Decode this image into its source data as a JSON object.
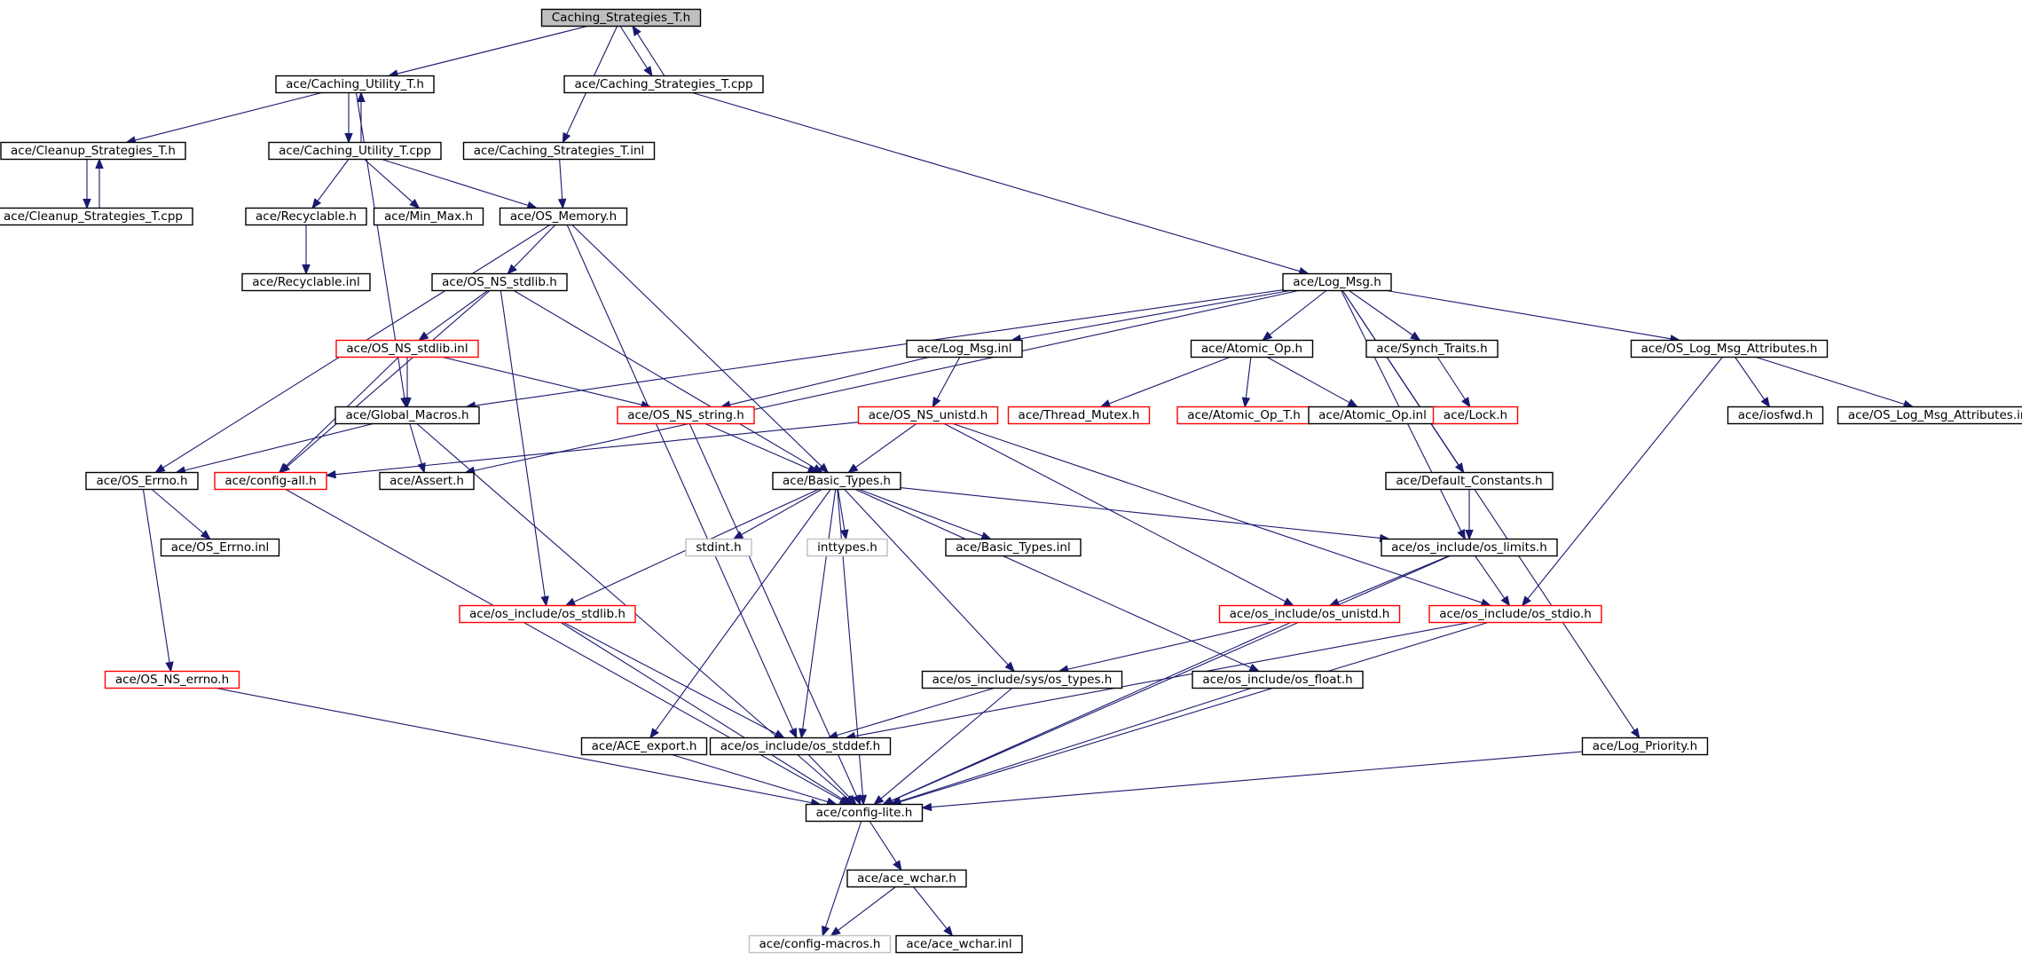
{
  "graph": {
    "nodes": [
      {
        "id": "cst_h",
        "label": "Caching_Strategies_T.h",
        "style": "root"
      },
      {
        "id": "cut_h",
        "label": "ace/Caching_Utility_T.h",
        "style": "normal"
      },
      {
        "id": "cst_cpp",
        "label": "ace/Caching_Strategies_T.cpp",
        "style": "normal"
      },
      {
        "id": "clst_h",
        "label": "ace/Cleanup_Strategies_T.h",
        "style": "normal"
      },
      {
        "id": "cut_cpp",
        "label": "ace/Caching_Utility_T.cpp",
        "style": "normal"
      },
      {
        "id": "cst_inl",
        "label": "ace/Caching_Strategies_T.inl",
        "style": "normal"
      },
      {
        "id": "clst_cpp",
        "label": "ace/Cleanup_Strategies_T.cpp",
        "style": "normal"
      },
      {
        "id": "recyc_h",
        "label": "ace/Recyclable.h",
        "style": "normal"
      },
      {
        "id": "minmax",
        "label": "ace/Min_Max.h",
        "style": "normal"
      },
      {
        "id": "osmem",
        "label": "ace/OS_Memory.h",
        "style": "normal"
      },
      {
        "id": "recyc_inl",
        "label": "ace/Recyclable.inl",
        "style": "normal"
      },
      {
        "id": "ns_stdlib_h",
        "label": "ace/OS_NS_stdlib.h",
        "style": "normal"
      },
      {
        "id": "logmsg_h",
        "label": "ace/Log_Msg.h",
        "style": "normal"
      },
      {
        "id": "ns_stdlib_inl",
        "label": "ace/OS_NS_stdlib.inl",
        "style": "red"
      },
      {
        "id": "logmsg_inl",
        "label": "ace/Log_Msg.inl",
        "style": "normal"
      },
      {
        "id": "atomic_h",
        "label": "ace/Atomic_Op.h",
        "style": "normal"
      },
      {
        "id": "synch",
        "label": "ace/Synch_Traits.h",
        "style": "normal"
      },
      {
        "id": "oslogattr",
        "label": "ace/OS_Log_Msg_Attributes.h",
        "style": "normal"
      },
      {
        "id": "globmac",
        "label": "ace/Global_Macros.h",
        "style": "normal"
      },
      {
        "id": "ns_string",
        "label": "ace/OS_NS_string.h",
        "style": "red"
      },
      {
        "id": "ns_unistd",
        "label": "ace/OS_NS_unistd.h",
        "style": "red"
      },
      {
        "id": "thrmutex",
        "label": "ace/Thread_Mutex.h",
        "style": "red"
      },
      {
        "id": "atomic_t",
        "label": "ace/Atomic_Op_T.h",
        "style": "red"
      },
      {
        "id": "atomic_inl",
        "label": "ace/Atomic_Op.inl",
        "style": "normal"
      },
      {
        "id": "lock",
        "label": "ace/Lock.h",
        "style": "red"
      },
      {
        "id": "iosfwd",
        "label": "ace/iosfwd.h",
        "style": "normal"
      },
      {
        "id": "oslogattr_inl",
        "label": "ace/OS_Log_Msg_Attributes.inl",
        "style": "normal"
      },
      {
        "id": "oserrno_h",
        "label": "ace/OS_Errno.h",
        "style": "normal"
      },
      {
        "id": "cfgall",
        "label": "ace/config-all.h",
        "style": "red"
      },
      {
        "id": "assert",
        "label": "ace/Assert.h",
        "style": "normal"
      },
      {
        "id": "basic",
        "label": "ace/Basic_Types.h",
        "style": "normal"
      },
      {
        "id": "defconst",
        "label": "ace/Default_Constants.h",
        "style": "normal"
      },
      {
        "id": "oserrno_inl",
        "label": "ace/OS_Errno.inl",
        "style": "normal"
      },
      {
        "id": "stdint",
        "label": "stdint.h",
        "style": "gray"
      },
      {
        "id": "inttypes",
        "label": "inttypes.h",
        "style": "gray"
      },
      {
        "id": "basic_inl",
        "label": "ace/Basic_Types.inl",
        "style": "normal"
      },
      {
        "id": "oslimits",
        "label": "ace/os_include/os_limits.h",
        "style": "normal"
      },
      {
        "id": "osstdlib",
        "label": "ace/os_include/os_stdlib.h",
        "style": "red"
      },
      {
        "id": "osunistd",
        "label": "ace/os_include/os_unistd.h",
        "style": "red"
      },
      {
        "id": "osstdio",
        "label": "ace/os_include/os_stdio.h",
        "style": "red"
      },
      {
        "id": "nserrno",
        "label": "ace/OS_NS_errno.h",
        "style": "red"
      },
      {
        "id": "systypes",
        "label": "ace/os_include/sys/os_types.h",
        "style": "normal"
      },
      {
        "id": "osfloat",
        "label": "ace/os_include/os_float.h",
        "style": "normal"
      },
      {
        "id": "aceexp",
        "label": "ace/ACE_export.h",
        "style": "normal"
      },
      {
        "id": "osstddef",
        "label": "ace/os_include/os_stddef.h",
        "style": "normal"
      },
      {
        "id": "logprio",
        "label": "ace/Log_Priority.h",
        "style": "normal"
      },
      {
        "id": "cfglite",
        "label": "ace/config-lite.h",
        "style": "normal"
      },
      {
        "id": "wchar_h",
        "label": "ace/ace_wchar.h",
        "style": "normal"
      },
      {
        "id": "cfgmac",
        "label": "ace/config-macros.h",
        "style": "gray"
      },
      {
        "id": "wchar_inl",
        "label": "ace/ace_wchar.inl",
        "style": "normal"
      }
    ],
    "edges": [
      [
        "cst_h",
        "cut_h"
      ],
      [
        "cst_h",
        "cst_cpp"
      ],
      [
        "cst_cpp",
        "cst_h"
      ],
      [
        "cst_h",
        "cst_inl"
      ],
      [
        "cut_h",
        "clst_h"
      ],
      [
        "cut_h",
        "cut_cpp"
      ],
      [
        "cut_cpp",
        "cut_h"
      ],
      [
        "cut_h",
        "globmac"
      ],
      [
        "cst_cpp",
        "logmsg_h"
      ],
      [
        "clst_h",
        "clst_cpp"
      ],
      [
        "clst_cpp",
        "clst_h"
      ],
      [
        "cut_cpp",
        "recyc_h"
      ],
      [
        "cut_cpp",
        "minmax"
      ],
      [
        "cut_cpp",
        "osmem"
      ],
      [
        "cst_inl",
        "osmem"
      ],
      [
        "recyc_h",
        "recyc_inl"
      ],
      [
        "osmem",
        "ns_stdlib_h"
      ],
      [
        "osmem",
        "oserrno_h"
      ],
      [
        "osmem",
        "basic"
      ],
      [
        "osmem",
        "osstddef"
      ],
      [
        "ns_stdlib_h",
        "ns_stdlib_inl"
      ],
      [
        "ns_stdlib_h",
        "cfgall"
      ],
      [
        "ns_stdlib_h",
        "basic"
      ],
      [
        "ns_stdlib_h",
        "osstdlib"
      ],
      [
        "ns_stdlib_inl",
        "globmac"
      ],
      [
        "ns_stdlib_inl",
        "cfgall"
      ],
      [
        "ns_stdlib_inl",
        "ns_string"
      ],
      [
        "logmsg_h",
        "logmsg_inl"
      ],
      [
        "logmsg_h",
        "atomic_h"
      ],
      [
        "logmsg_h",
        "synch"
      ],
      [
        "logmsg_h",
        "oslogattr"
      ],
      [
        "logmsg_h",
        "globmac"
      ],
      [
        "logmsg_h",
        "assert"
      ],
      [
        "logmsg_h",
        "defconst"
      ],
      [
        "logmsg_h",
        "oslimits"
      ],
      [
        "logmsg_h",
        "logprio"
      ],
      [
        "logmsg_inl",
        "ns_string"
      ],
      [
        "logmsg_inl",
        "ns_unistd"
      ],
      [
        "atomic_h",
        "thrmutex"
      ],
      [
        "atomic_h",
        "atomic_t"
      ],
      [
        "atomic_h",
        "atomic_inl"
      ],
      [
        "synch",
        "lock"
      ],
      [
        "oslogattr",
        "iosfwd"
      ],
      [
        "oslogattr",
        "oslogattr_inl"
      ],
      [
        "oslogattr",
        "osstdio"
      ],
      [
        "globmac",
        "oserrno_h"
      ],
      [
        "globmac",
        "assert"
      ],
      [
        "globmac",
        "cfglite"
      ],
      [
        "ns_string",
        "basic"
      ],
      [
        "ns_string",
        "cfglite"
      ],
      [
        "ns_unistd",
        "cfgall"
      ],
      [
        "ns_unistd",
        "basic"
      ],
      [
        "ns_unistd",
        "osunistd"
      ],
      [
        "ns_unistd",
        "osstdio"
      ],
      [
        "oserrno_h",
        "oserrno_inl"
      ],
      [
        "oserrno_h",
        "nserrno"
      ],
      [
        "cfgall",
        "cfglite"
      ],
      [
        "basic",
        "stdint"
      ],
      [
        "basic",
        "inttypes"
      ],
      [
        "basic",
        "basic_inl"
      ],
      [
        "basic",
        "oslimits"
      ],
      [
        "basic",
        "osstdlib"
      ],
      [
        "basic",
        "aceexp"
      ],
      [
        "basic",
        "osstddef"
      ],
      [
        "basic",
        "cfglite"
      ],
      [
        "basic",
        "systypes"
      ],
      [
        "basic",
        "osfloat"
      ],
      [
        "defconst",
        "oslimits"
      ],
      [
        "oslimits",
        "osunistd"
      ],
      [
        "oslimits",
        "osstdio"
      ],
      [
        "oslimits",
        "cfglite"
      ],
      [
        "osstdlib",
        "osstddef"
      ],
      [
        "osstdlib",
        "cfglite"
      ],
      [
        "osunistd",
        "systypes"
      ],
      [
        "osunistd",
        "cfglite"
      ],
      [
        "osstdio",
        "osstddef"
      ],
      [
        "osstdio",
        "cfglite"
      ],
      [
        "nserrno",
        "cfglite"
      ],
      [
        "systypes",
        "osstddef"
      ],
      [
        "systypes",
        "cfglite"
      ],
      [
        "osfloat",
        "cfglite"
      ],
      [
        "aceexp",
        "cfglite"
      ],
      [
        "osstddef",
        "cfglite"
      ],
      [
        "logprio",
        "cfglite"
      ],
      [
        "cfglite",
        "wchar_h"
      ],
      [
        "cfglite",
        "cfgmac"
      ],
      [
        "wchar_h",
        "cfgmac"
      ],
      [
        "wchar_h",
        "wchar_inl"
      ]
    ]
  }
}
